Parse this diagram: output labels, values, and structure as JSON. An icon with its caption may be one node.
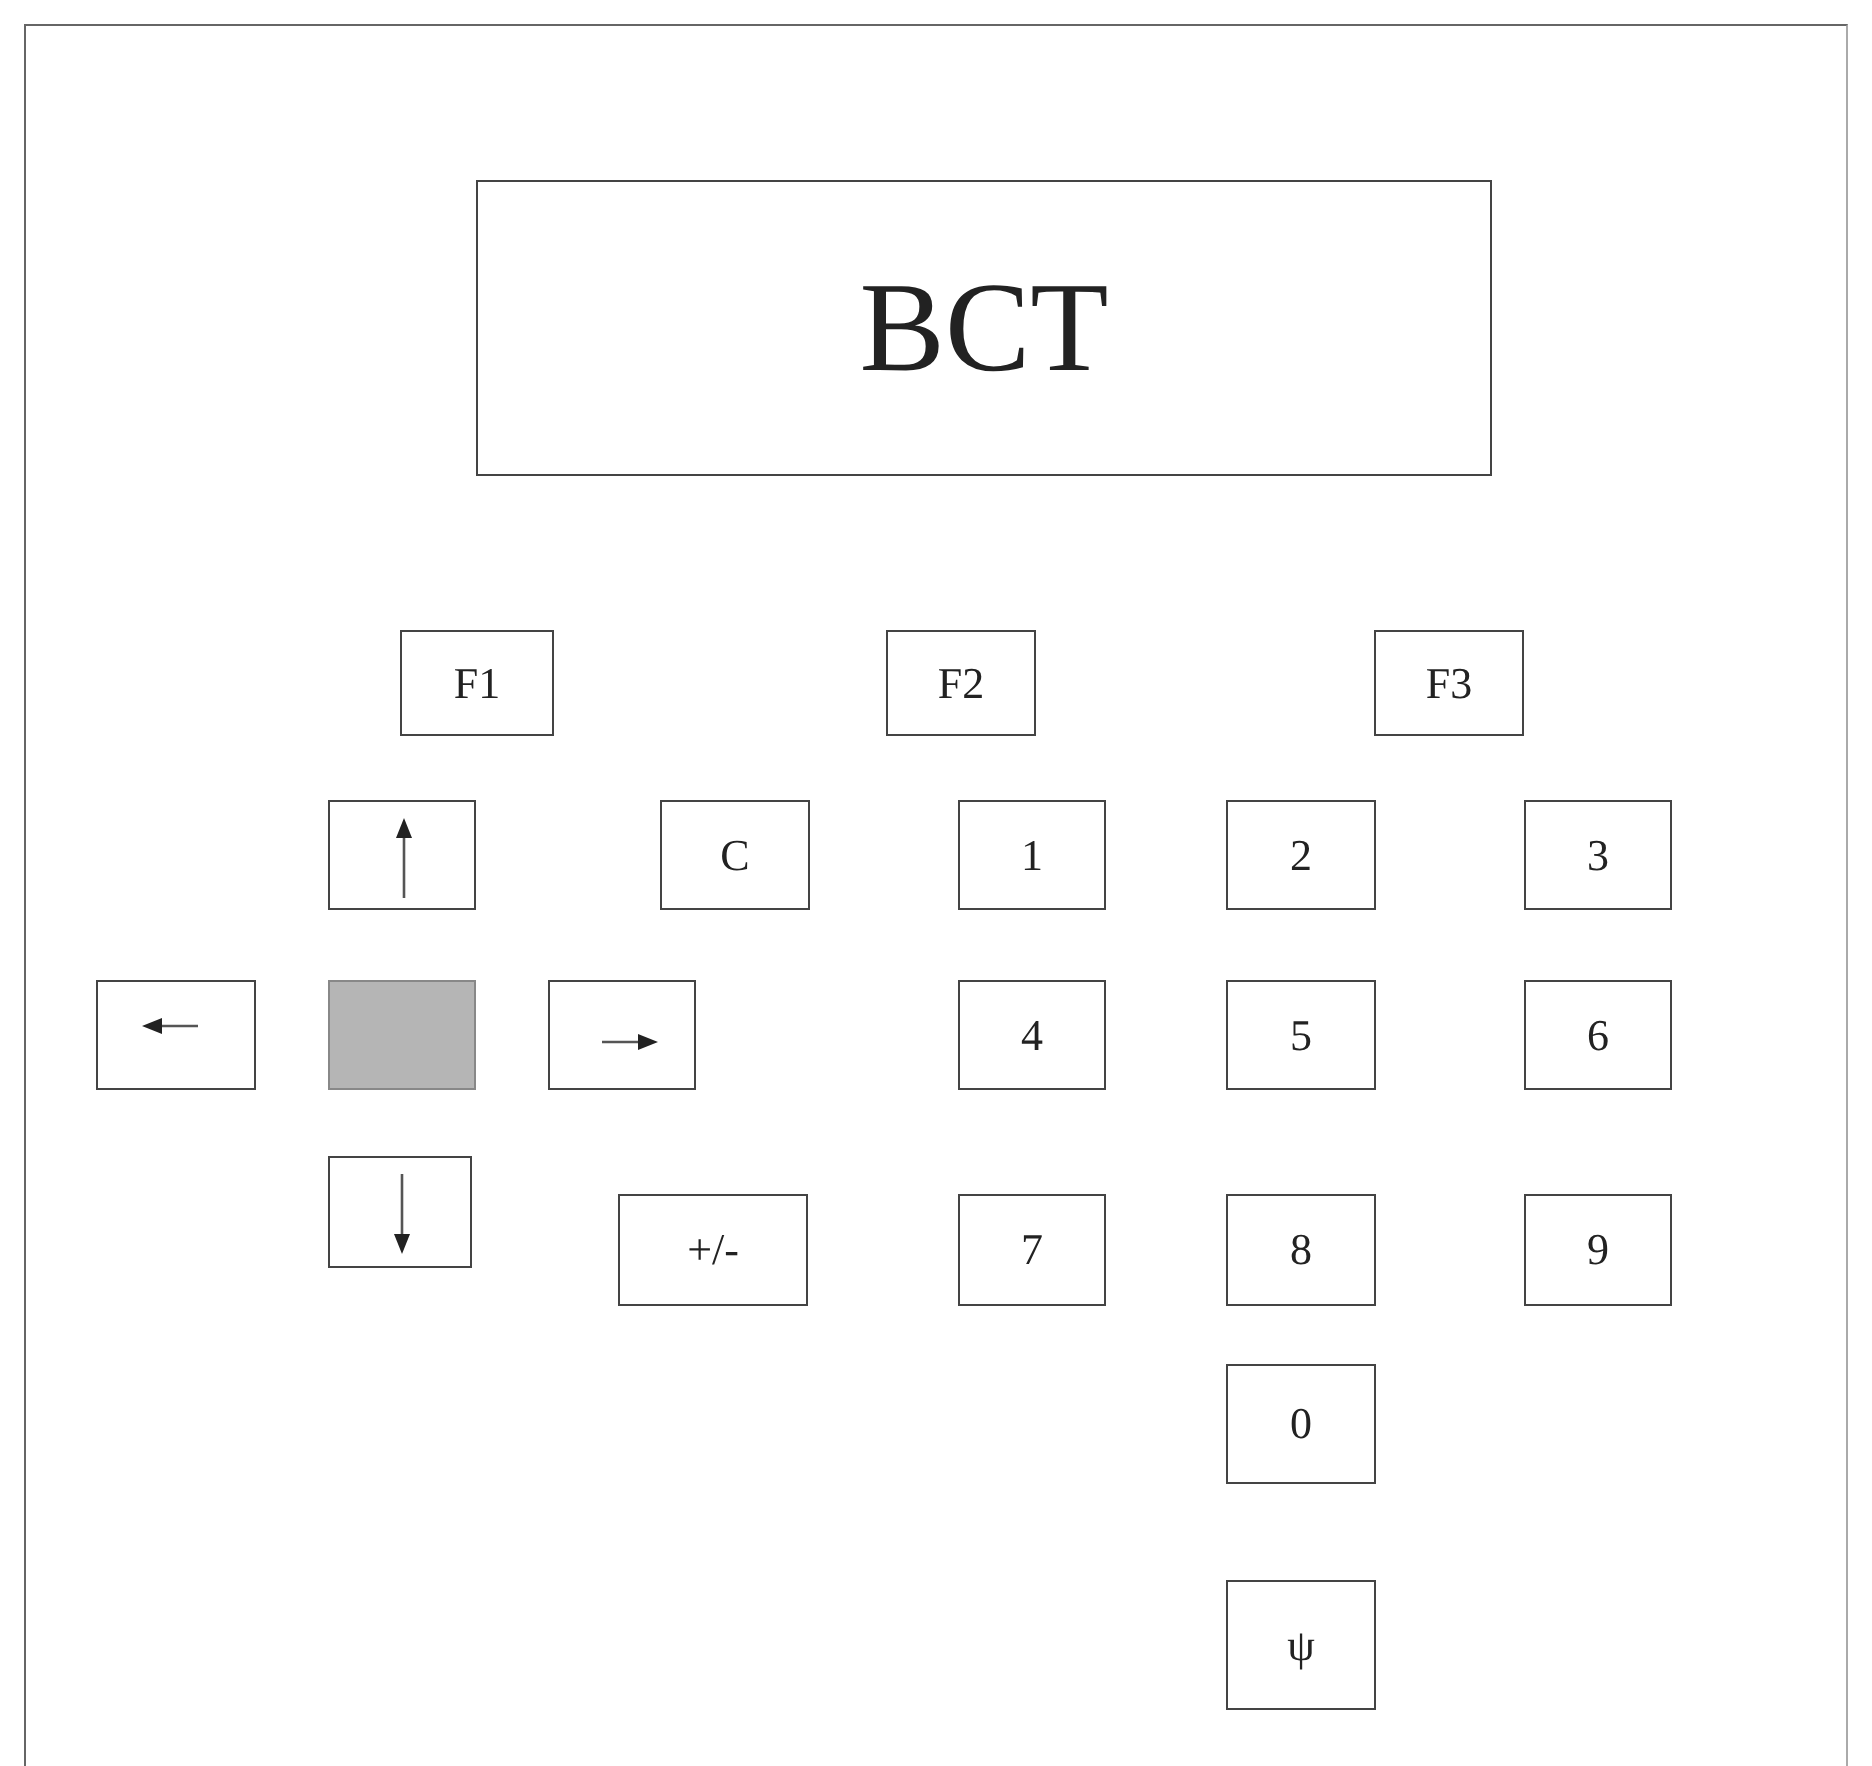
{
  "diagram": {
    "nodes": [
      {
        "text": [
          "BCT"
        ]
      },
      {
        "text": [
          "F1"
        ]
      },
      {
        "text": [
          "F2"
        ]
      },
      {
        "text": [
          "F3"
        ]
      },
      {
        "text": [],
        "shape": "box"
      },
      {
        "text": [
          "C"
        ]
      },
      {
        "text": [
          "1"
        ]
      },
      {
        "text": [
          "2"
        ]
      },
      {
        "text": [
          "3"
        ]
      },
      {
        "text": [],
        "shape": "box"
      },
      {
        "text": [],
        "shape": "box"
      },
      {
        "text": [],
        "shape": "box"
      },
      {
        "text": [
          "4"
        ]
      },
      {
        "text": [
          "5"
        ]
      },
      {
        "text": [
          "6"
        ]
      },
      {
        "text": [],
        "shape": "box"
      },
      {
        "text": [
          "+/-"
        ]
      },
      {
        "text": [
          "7"
        ]
      },
      {
        "text": [
          "8"
        ]
      },
      {
        "text": [
          "9"
        ]
      },
      {
        "text": [
          "0"
        ]
      },
      {
        "text": [
          "ψ"
        ]
      }
    ],
    "edges": []
  }
}
